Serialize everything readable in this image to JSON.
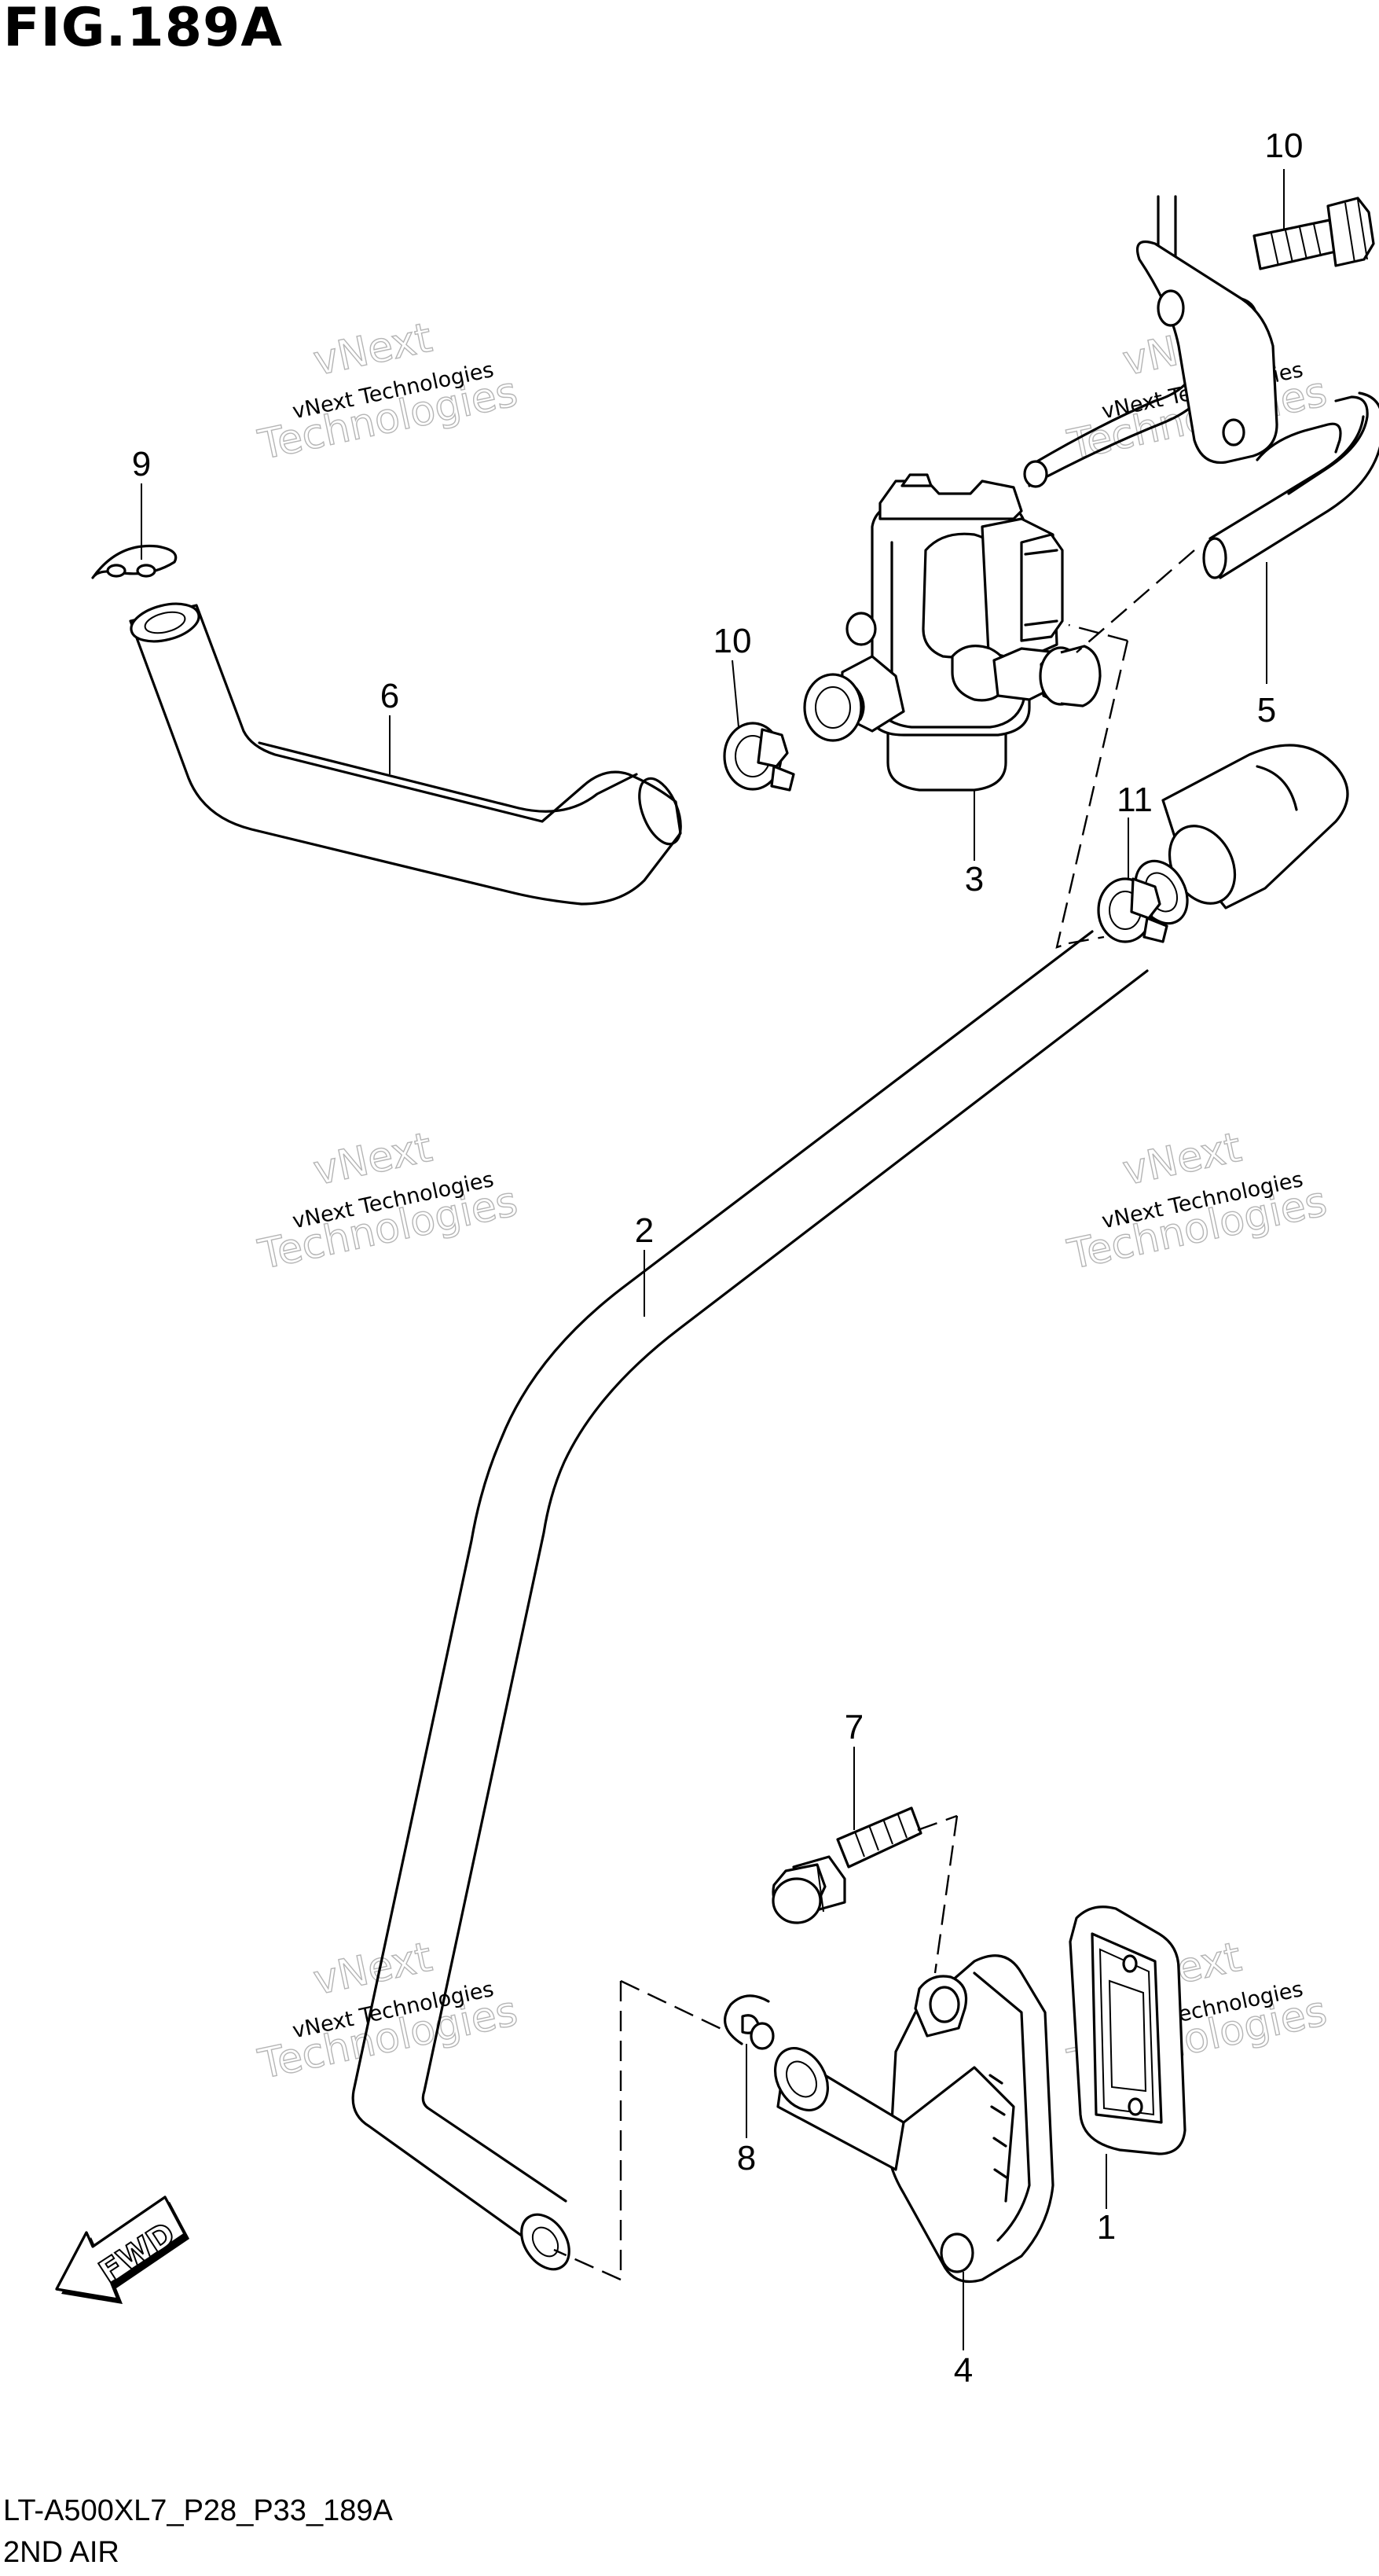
{
  "figure": {
    "title": "FIG.189A",
    "code": "LT-A500XL7_P28_P33_189A",
    "name": "2ND AIR"
  },
  "direction_badge": "FWD",
  "callouts": [
    "1",
    "2",
    "3",
    "4",
    "5",
    "6",
    "7",
    "8",
    "9",
    "10",
    "10",
    "11"
  ],
  "watermark": {
    "small": "vNext Technologies",
    "big_top": "vNext",
    "big_bottom": "Technologies"
  }
}
